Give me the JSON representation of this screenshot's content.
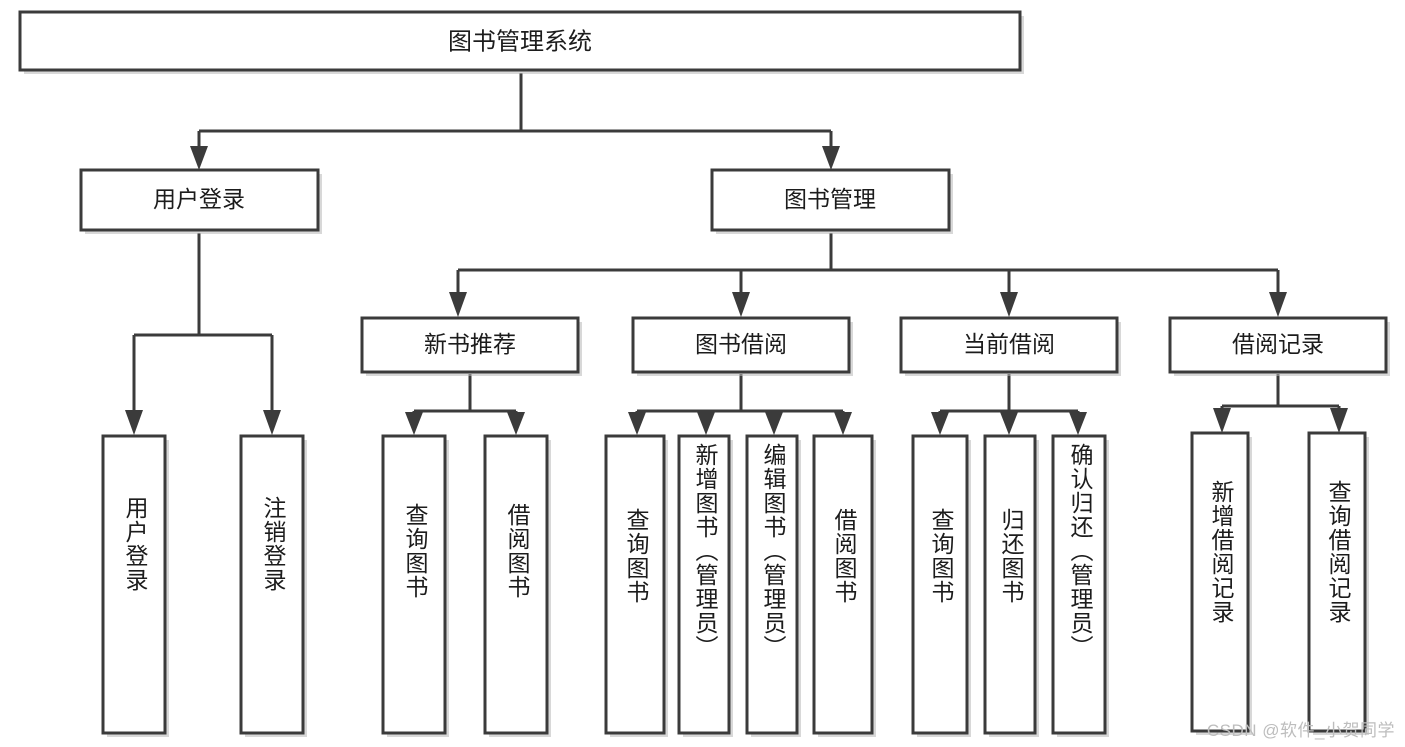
{
  "diagram": {
    "title": "图书管理系统",
    "type": "hierarchy-tree",
    "colors": {
      "box_stroke": "#3b3b3b",
      "box_fill": "#ffffff",
      "connector": "#3b3b3b",
      "text": "#1c1c1c",
      "watermark": "#bdbdbd",
      "background": "#ffffff"
    },
    "root": {
      "label": "图书管理系统"
    },
    "level2": [
      {
        "id": "user-login",
        "label": "用户登录"
      },
      {
        "id": "book-manage",
        "label": "图书管理"
      }
    ],
    "level3": [
      {
        "id": "new-book-recommend",
        "label": "新书推荐",
        "parent": "book-manage"
      },
      {
        "id": "book-borrow",
        "label": "图书借阅",
        "parent": "book-manage"
      },
      {
        "id": "current-borrow",
        "label": "当前借阅",
        "parent": "book-manage"
      },
      {
        "id": "borrow-record",
        "label": "借阅记录",
        "parent": "book-manage"
      }
    ],
    "leaves": {
      "user-login": [
        {
          "id": "leaf-user-login",
          "label": "用户登录"
        },
        {
          "id": "leaf-logout-login",
          "label": "注销登录"
        }
      ],
      "new-book-recommend": [
        {
          "id": "leaf-query-book-1",
          "label": "查询图书"
        },
        {
          "id": "leaf-borrow-book-1",
          "label": "借阅图书"
        }
      ],
      "book-borrow": [
        {
          "id": "leaf-query-book-2",
          "label": "查询图书"
        },
        {
          "id": "leaf-add-book",
          "label": "新增图书（管理员）"
        },
        {
          "id": "leaf-edit-book",
          "label": "编辑图书（管理员）"
        },
        {
          "id": "leaf-borrow-book-2",
          "label": "借阅图书"
        }
      ],
      "current-borrow": [
        {
          "id": "leaf-query-book-3",
          "label": "查询图书"
        },
        {
          "id": "leaf-return-book",
          "label": "归还图书"
        },
        {
          "id": "leaf-confirm-return",
          "label": "确认归还（管理员）"
        }
      ],
      "borrow-record": [
        {
          "id": "leaf-add-record",
          "label": "新增借阅记录"
        },
        {
          "id": "leaf-query-record",
          "label": "查询借阅记录"
        }
      ]
    }
  },
  "watermark": {
    "text": "CSDN @软件_小贺同学"
  }
}
